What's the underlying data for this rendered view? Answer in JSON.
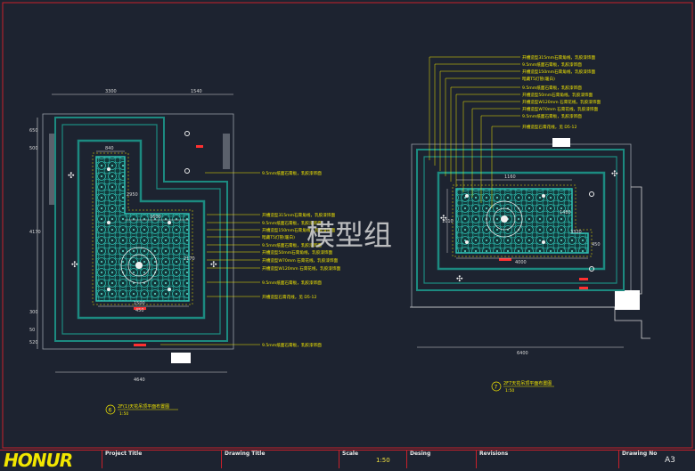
{
  "watermark": "模型组",
  "left_plan": {
    "dims_top": [
      "3300",
      "1540"
    ],
    "dims_left": [
      "650",
      "500",
      "4170",
      "300",
      "50",
      "520"
    ],
    "dims_inner": [
      "840",
      "2950",
      "1600",
      "2170",
      "1500",
      "450",
      "4640"
    ],
    "callouts": [
      "9.5mm纸面石膏板，乳胶漆饰面",
      "开槽造型315mm石膏角线，乳胶漆饰面",
      "9.5mm纸面石膏板，乳胶漆饰面",
      "开槽造型150mm石膏角线，乳胶漆饰面",
      "暗藏T5灯管(暖白)",
      "9.5mm纸面石膏板，乳胶漆饰面",
      "开槽造型50mm石膏角线，乳胶漆饰面",
      "开槽造型W70mm 石膏花线，乳胶漆饰面",
      "开槽造型W120mm 石膏花线，乳胶漆饰面",
      "9.5mm纸面石膏板，乳胶漆饰面",
      "开槽造型石膏花线，见 D5-12",
      "9.5mm纸面石膏板，乳胶漆饰面"
    ],
    "caption_num": "6",
    "caption": "2F(1)天花吊顶平面布置图",
    "scale": "1:50"
  },
  "right_plan": {
    "callouts": [
      "开槽造型315mm石膏角线，乳胶漆饰面",
      "9.5mm纸面石膏板，乳胶漆饰面",
      "开槽造型150mm石膏角线，乳胶漆饰面",
      "暗藏T5灯管(暖白)",
      "9.5mm纸面石膏板，乳胶漆饰面",
      "开槽造型50mm石膏角线，乳胶漆饰面",
      "开槽造型W120mm 石膏花线，乳胶漆饰面",
      "开槽造型W70mm 石膏花线，乳胶漆饰面",
      "9.5mm纸面石膏板，乳胶漆饰面",
      "开槽造型石膏花线，见 D5-12"
    ],
    "dims": [
      "1160",
      "1010",
      "1480",
      "4000",
      "3320",
      "450",
      "6400"
    ],
    "caption_num": "7",
    "caption": "2F7天花吊顶平面布置图",
    "scale": "1:50"
  },
  "title_block": {
    "logo": "HONUR",
    "project_title_label": "Project Title",
    "drawing_title_label": "Drawing  Title",
    "scale_label": "Scale",
    "scale_value": "1:50",
    "design_label": "Desing",
    "revisions_label": "Revisions",
    "drawing_no_label": "Drawing No",
    "drawing_no_value": "A3"
  },
  "colors": {
    "background": "#1d2330",
    "dim": "#d8d8d8",
    "ceiling": "#1c8a80",
    "callout": "#f2e600",
    "frame": "#c8202a",
    "light": "#ff3030"
  }
}
